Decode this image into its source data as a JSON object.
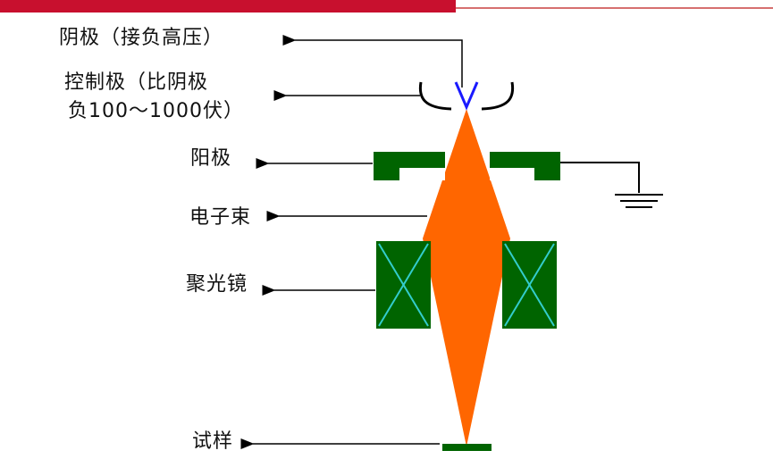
{
  "labels": {
    "cathode": "阴极（接负高压）",
    "control_line1": "控制极（比阴极",
    "control_line2": "负100～1000伏）",
    "anode": "阳极",
    "electron_beam": "电子束",
    "condenser_lens": "聚光镜",
    "specimen": "试样"
  },
  "colors": {
    "top_bar": "#c8102e",
    "beam": "#ff6600",
    "component_green": "#006400",
    "lens_cross": "#33cccc",
    "cathode_tip": "#1a1aff",
    "lines": "#000000"
  }
}
